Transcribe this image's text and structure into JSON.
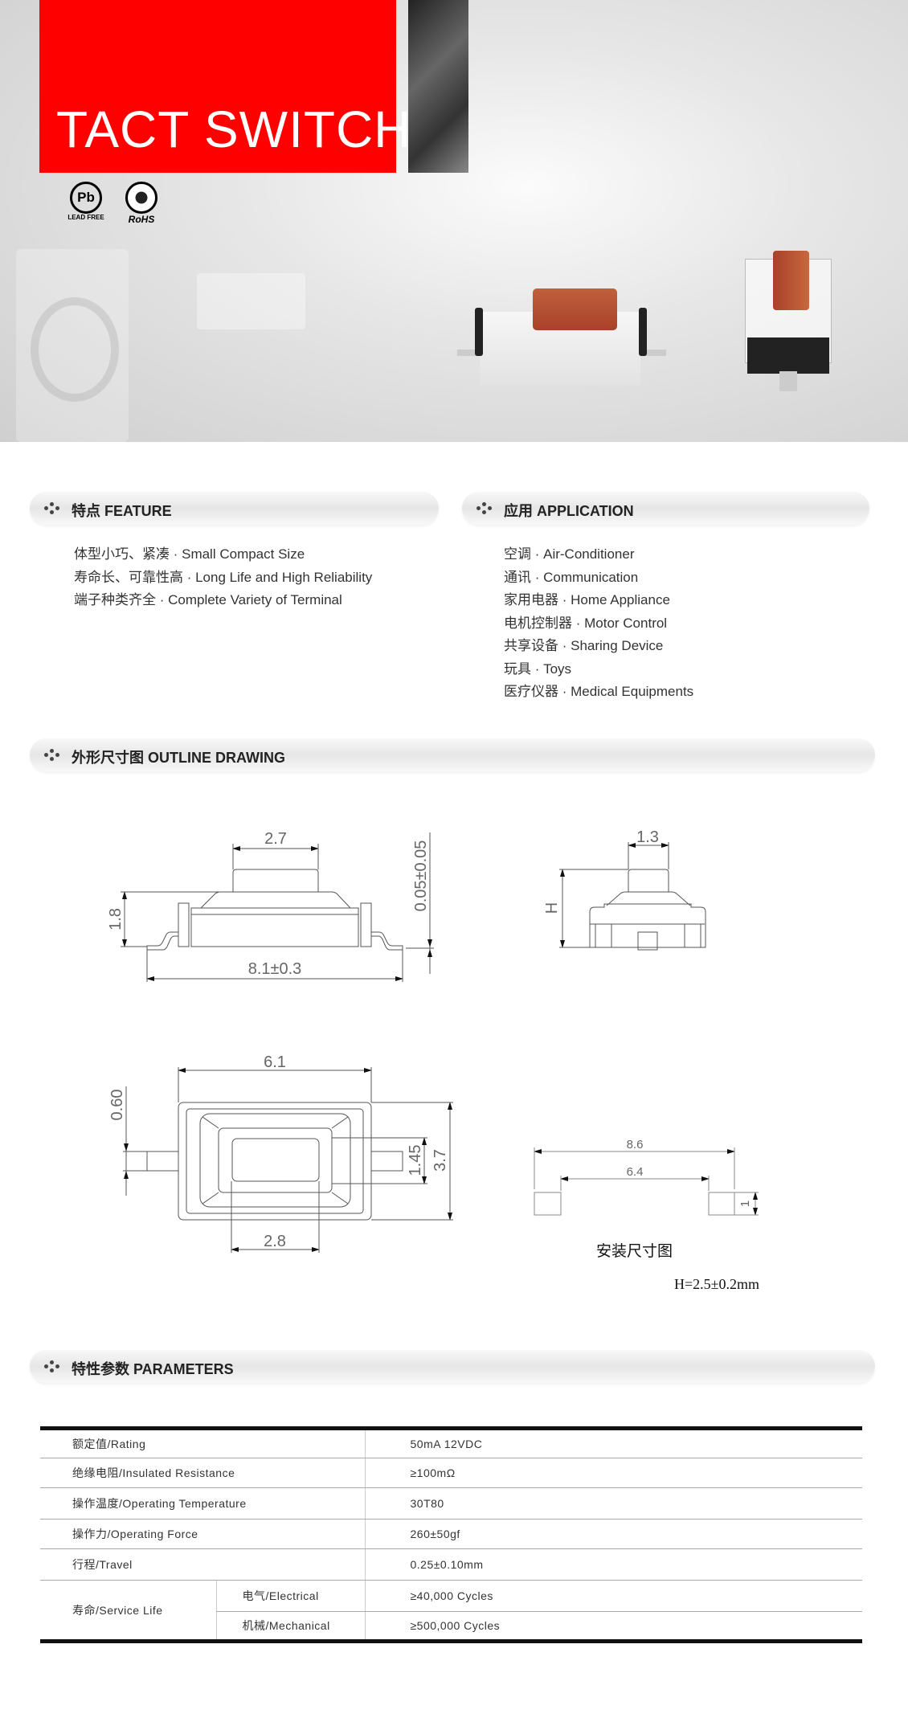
{
  "banner": {
    "title": "TACT SWITCH",
    "badges": [
      {
        "label": "LEAD FREE",
        "symbol": "Pb"
      },
      {
        "label": "RoHS",
        "symbol": "leaf"
      }
    ],
    "colors": {
      "red": "#ff0000",
      "cap": "#b5492b"
    }
  },
  "feature": {
    "heading": "特点 FEATURE",
    "items": [
      "体型小巧、紧凑 · Small Compact Size",
      "寿命长、可靠性高 · Long Life and High Reliability",
      "端子种类齐全 · Complete Variety of Terminal"
    ]
  },
  "application": {
    "heading": "应用 APPLICATION",
    "items": [
      "空调 · Air-Conditioner",
      "通讯 · Communication",
      "家用电器 · Home Appliance",
      "电机控制器 · Motor Control",
      "共享设备 · Sharing Device",
      "玩具 · Toys",
      "医疗仪器 · Medical Equipments"
    ]
  },
  "outline": {
    "heading": "外形尺寸图 OUTLINE DRAWING",
    "dims": {
      "button_w": "2.7",
      "height": "1.8",
      "total_len": "8.1±0.3",
      "stand": "0.05±0.05",
      "button_d": "1.3",
      "h": "H",
      "body_w": "6.1",
      "term_w": "0.60",
      "win_h": "1.45",
      "body_h": "3.7",
      "win_w": "2.8",
      "pad_outer": "8.6",
      "pad_inner": "6.4",
      "pad_h": "1"
    },
    "mount_caption": "安装尺寸图",
    "h_note": "H=2.5±0.2mm"
  },
  "parameters": {
    "heading": "特性参数 PARAMETERS",
    "rows": [
      {
        "label": "额定值/Rating",
        "value": "50mA 12VDC"
      },
      {
        "label": "绝缘电阻/Insulated Resistance",
        "value": "≥100mΩ"
      },
      {
        "label": "操作温度/Operating Temperature",
        "value": "30T80"
      },
      {
        "label": "操作力/Operating Force",
        "value": "260±50gf"
      },
      {
        "label": "行程/Travel",
        "value": "0.25±0.10mm"
      }
    ],
    "life": {
      "label": "寿命/Service Life",
      "sub": [
        {
          "label": "电气/Electrical",
          "value": "≥40,000 Cycles"
        },
        {
          "label": "机械/Mechanical",
          "value": "≥500,000 Cycles"
        }
      ]
    }
  }
}
